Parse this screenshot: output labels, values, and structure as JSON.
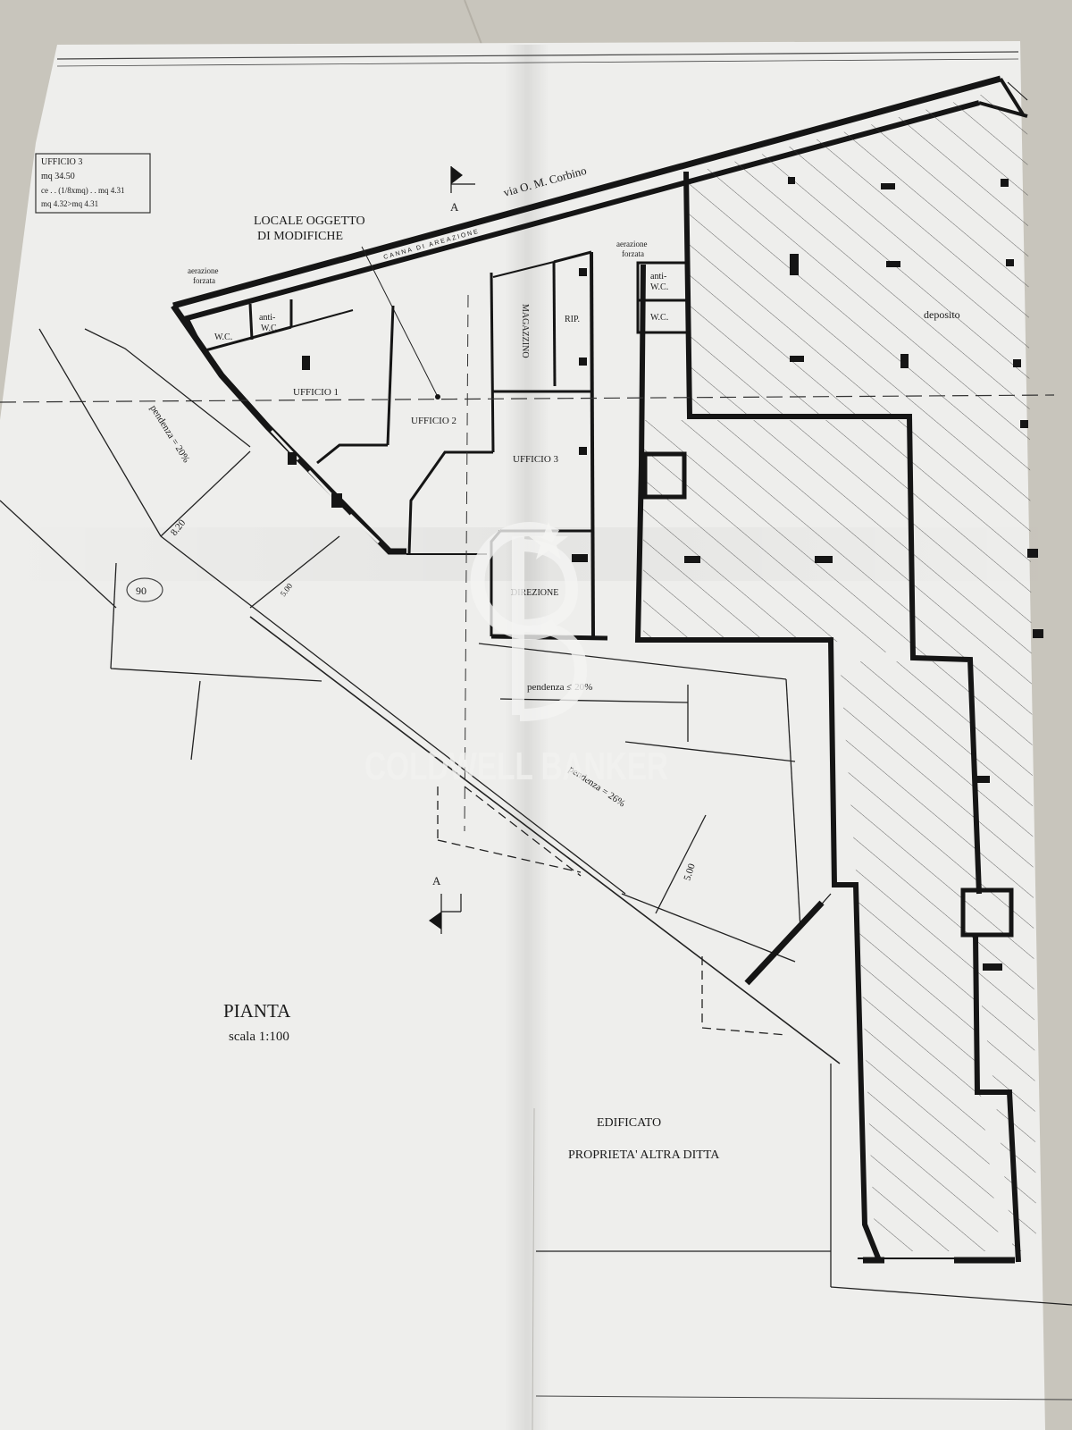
{
  "plan": {
    "title": "PIANTA",
    "scale": "scala 1:100",
    "street": "via O. M. Corbino",
    "street_duct": "CANNA DI AREAZIONE",
    "locale_line1": "LOCALE OGGETTO",
    "locale_line2": "DI MODIFICHE",
    "section_marker": "A",
    "legend": {
      "line1": "UFFICIO 3",
      "line2": "mq 34.50",
      "line3": "ce . . (1/8xmq) . . mq 4.31",
      "line4": "mq 4.32>mq 4.31"
    },
    "aerazione_line1": "aerazione",
    "aerazione_line2": "forzata",
    "rooms": {
      "wc": "W.C.",
      "anti": "anti-",
      "ufficio1": "UFFICIO 1",
      "ufficio2": "UFFICIO 2",
      "ufficio3": "UFFICIO 3",
      "magazzino": "MAGAZZINO",
      "rip": "RIP.",
      "direzione": "DIREZIONE",
      "deposito": "deposito"
    },
    "slopes": {
      "s1": "pendenza = 20%",
      "s2": "pendenza ≤ 20%",
      "s3": "pendenza = 26%"
    },
    "dims": {
      "d1": "8.20",
      "d2": "5.00",
      "d3": "5.00"
    },
    "circled": "90",
    "neighbour_line1": "EDIFICATO",
    "neighbour_line2": "PROPRIETA' ALTRA DITTA"
  },
  "watermark": {
    "brand": "COLDWELL BANKER",
    "monogram": "CB"
  },
  "colors": {
    "floor": "#c9c6bd",
    "paper": "#eeeeec",
    "ink": "#151515",
    "watermark": "#f4f4f2"
  }
}
